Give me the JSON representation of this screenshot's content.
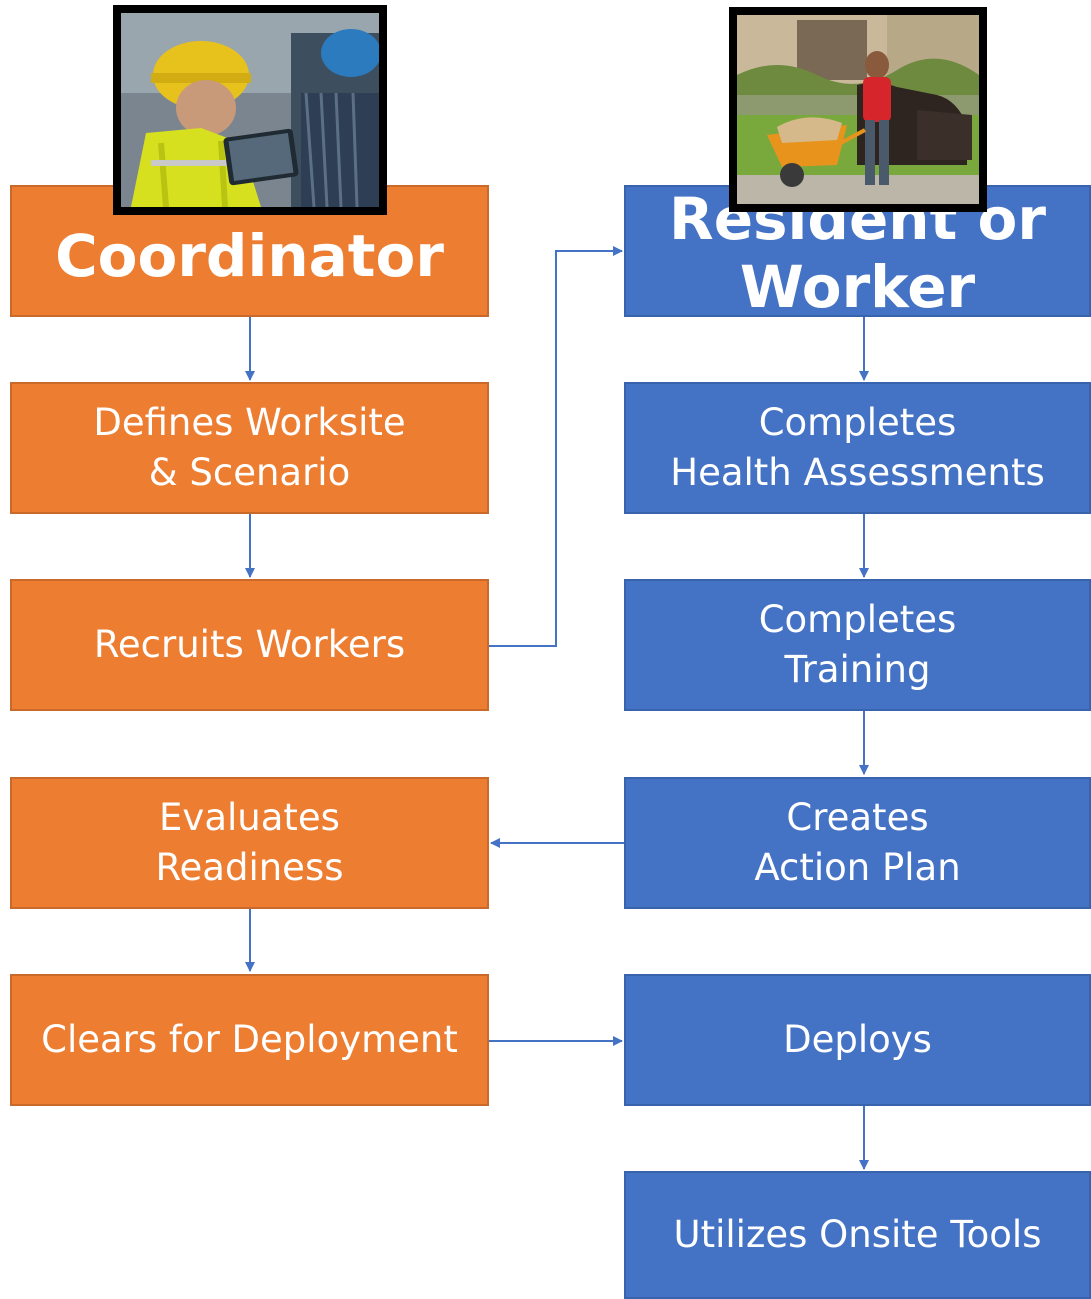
{
  "coordinator": {
    "title": "Coordinator",
    "steps": [
      [
        "Defines Worksite",
        "& Scenario"
      ],
      [
        "Recruits Workers"
      ],
      [
        "Evaluates",
        "Readiness"
      ],
      [
        "Clears for Deployment"
      ]
    ]
  },
  "worker": {
    "title_line1": "Resident or",
    "title_line2": "Worker",
    "steps": [
      [
        "Completes",
        "Health Assessments"
      ],
      [
        "Completes",
        "Training"
      ],
      [
        "Creates",
        "Action Plan"
      ],
      [
        "Deploys"
      ],
      [
        "Utilizes Onsite Tools"
      ]
    ]
  },
  "colors": {
    "coordinator": "#ED7D31",
    "worker": "#4472C4",
    "connector": "#4472C4"
  }
}
